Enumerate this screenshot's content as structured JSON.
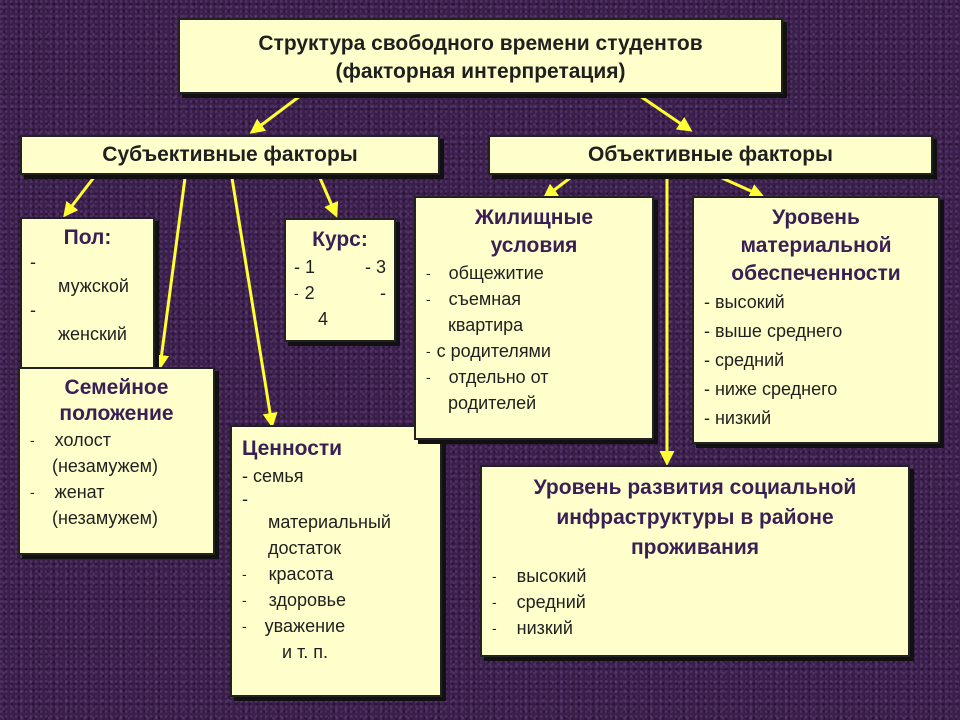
{
  "colors": {
    "box_fill": "#ffffcc",
    "arrow": "#ffff33",
    "header_text": "#3a1f55"
  },
  "title": {
    "line1": "Структура свободного времени студентов",
    "line2": "(факторная интерпретация)"
  },
  "subjective": {
    "label": "Субъективные факторы"
  },
  "objective": {
    "label": "Объективные факторы"
  },
  "gender": {
    "header": "Пол:",
    "dash1": "-",
    "item1": "мужской",
    "dash2": "-",
    "item2": "женский"
  },
  "course": {
    "header": "Курс:",
    "line1a": "- 1",
    "line1b": "- 3",
    "dash2": "-",
    "line2a": "2",
    "line2b": "-",
    "line3": "4"
  },
  "family": {
    "header1": "Семейное",
    "header2": "положение",
    "dash1": "-",
    "item1a": "холост",
    "item1b": "(незамужем)",
    "dash2": "-",
    "item2a": "женат",
    "item2b": "(незамужем)"
  },
  "values": {
    "header": "Ценности",
    "item1": "- семья",
    "dash2": "-",
    "item2a": "материальный",
    "item2b": "достаток",
    "dash3": "-",
    "item3": "красота",
    "dash4": "-",
    "item4": "здоровье",
    "dash5": "-",
    "item5": "уважение",
    "item6": "и т. п."
  },
  "housing": {
    "header1": "Жилищные",
    "header2": "условия",
    "dash1": "-",
    "item1": "общежитие",
    "dash2": "-",
    "item2a": "съемная",
    "item2b": "квартира",
    "dash3": "-",
    "item3": "с родителями",
    "dash4": "-",
    "item4a": "отдельно от",
    "item4b": "родителей"
  },
  "material": {
    "header1": "Уровень",
    "header2": "материальной",
    "header3": "обеспеченности",
    "item1": "- высокий",
    "item2": "- выше среднего",
    "item3": "- средний",
    "item4": "- ниже среднего",
    "item5": "- низкий"
  },
  "infra": {
    "header1": "Уровень развития социальной",
    "header2": "инфраструктуры в районе",
    "header3": "проживания",
    "dash1": "-",
    "item1": "высокий",
    "dash2": "-",
    "item2": "средний",
    "dash3": "-",
    "item3": "низкий"
  }
}
